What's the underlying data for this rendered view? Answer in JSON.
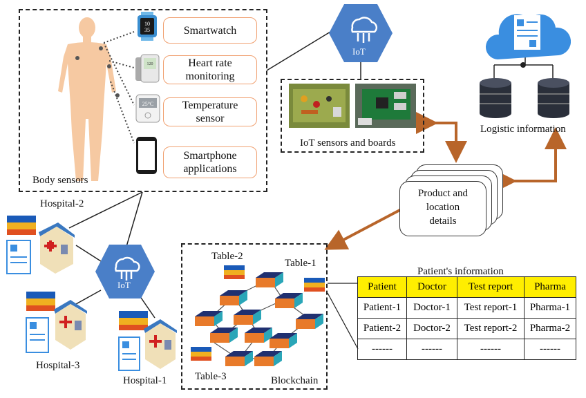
{
  "body_sensors": {
    "title": "Body sensors",
    "items": [
      {
        "label": "Smartwatch",
        "icon": "smartwatch-icon"
      },
      {
        "label": "Heart rate\nmonitoring",
        "icon": "heart-rate-monitor-icon"
      },
      {
        "label": "Temperature\nsensor",
        "icon": "thermometer-icon"
      },
      {
        "label": "Smartphone\napplications",
        "icon": "smartphone-icon"
      }
    ]
  },
  "iot_top": {
    "label": "IoT"
  },
  "iot_bottom": {
    "label": "IoT"
  },
  "iot_boards": {
    "label": "IoT sensors and boards"
  },
  "logistic": {
    "label": "Logistic information"
  },
  "product_location": {
    "label": "Product and\nlocation\ndetails"
  },
  "hospitals": [
    {
      "label": "Hospital-2"
    },
    {
      "label": "Hospital-3"
    },
    {
      "label": "Hospital-1"
    }
  ],
  "blockchain": {
    "label": "Blockchain",
    "tables": [
      "Table-2",
      "Table-1",
      "Table-3"
    ]
  },
  "patient_info": {
    "title": "Patient's information",
    "columns": [
      "Patient",
      "Doctor",
      "Test report",
      "Pharma"
    ],
    "rows": [
      [
        "Patient-1",
        "Doctor-1",
        "Test report-1",
        "Pharma-1"
      ],
      [
        "Patient-2",
        "Doctor-2",
        "Test report-2",
        "Pharma-2"
      ],
      [
        "------",
        "------",
        "------",
        "------"
      ]
    ]
  },
  "colors": {
    "arrow": "#b8652a",
    "hex_blue": "#4a7fc8",
    "cloud_blue": "#3a8ee0",
    "header_yellow": "#ffee00",
    "block_orange": "#e87a2a",
    "block_teal": "#2aa6b8"
  }
}
